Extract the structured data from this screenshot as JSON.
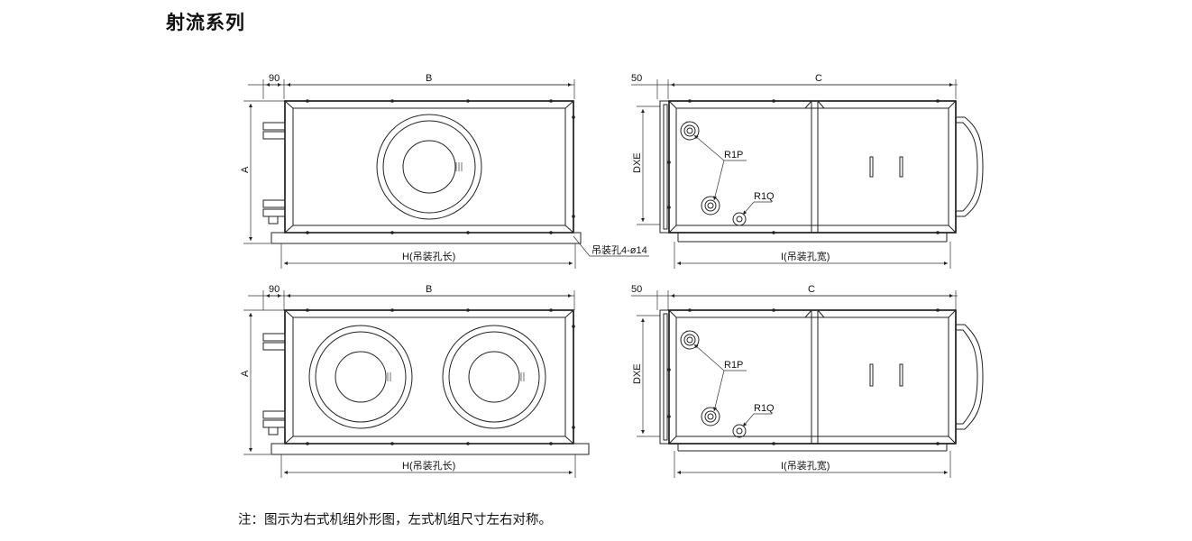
{
  "title": "射流系列",
  "note": "注：图示为右式机组外形图，左式机组尺寸左右对称。",
  "views": {
    "single_front": {
      "dim_left": "90",
      "dim_top": "B",
      "dim_side": "A",
      "dim_bottom": "H(吊装孔长)",
      "hole_label": "吊装孔4-ø14"
    },
    "single_side": {
      "dim_left": "50",
      "dim_top": "C",
      "dim_side": "DXE",
      "dim_bottom": "I(吊装孔宽)",
      "pipe_p": "R1P",
      "pipe_q": "R1Q"
    },
    "double_front": {
      "dim_left": "90",
      "dim_top": "B",
      "dim_side": "A",
      "dim_bottom": "H(吊装孔长)"
    },
    "double_side": {
      "dim_left": "50",
      "dim_top": "C",
      "dim_side": "DXE",
      "dim_bottom": "I(吊装孔宽)",
      "pipe_p": "R1P",
      "pipe_q": "R1Q"
    }
  }
}
